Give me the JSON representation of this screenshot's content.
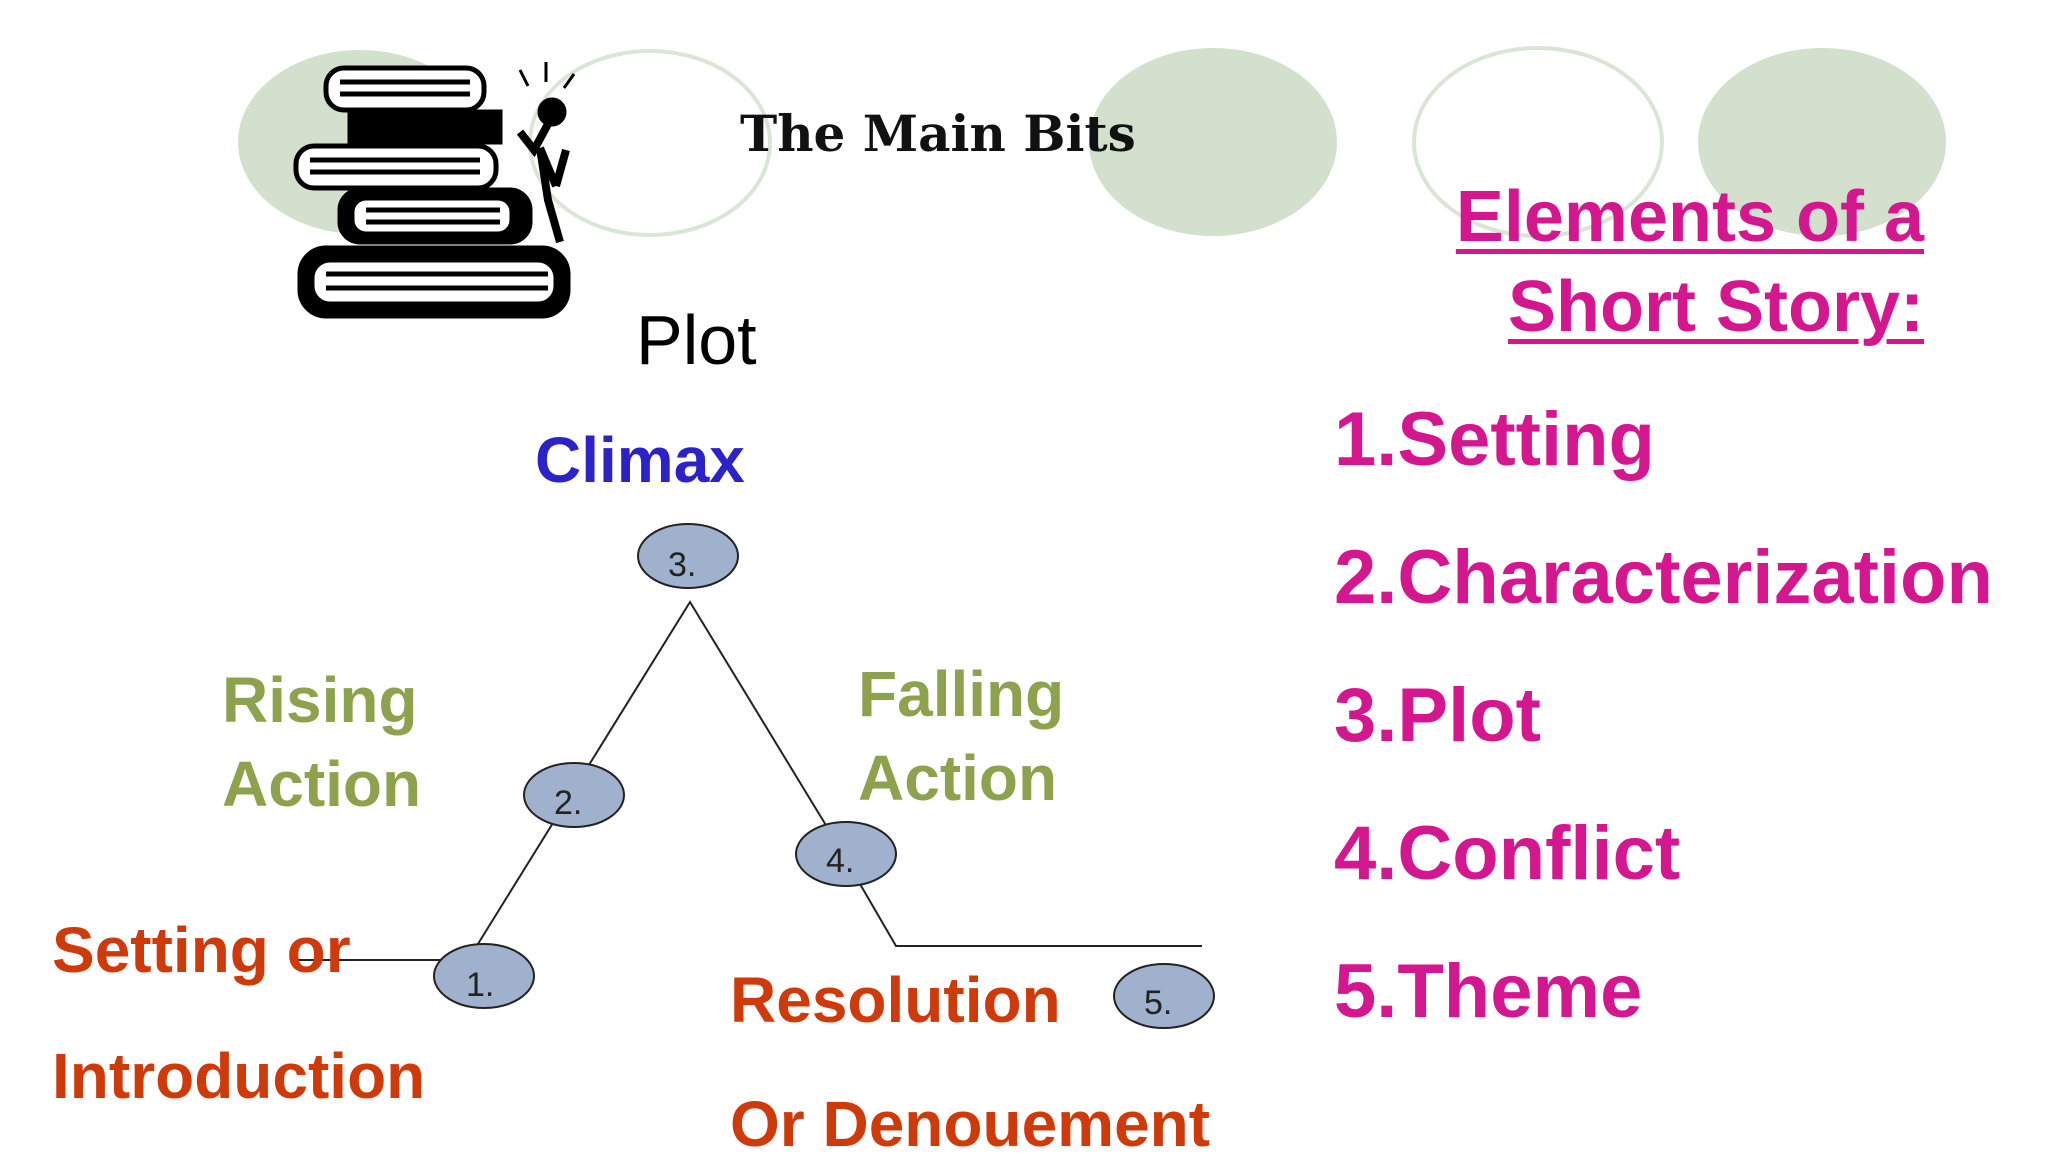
{
  "header": {
    "title": "The Main Bits"
  },
  "diagram": {
    "title": "Plot",
    "stages": [
      {
        "number": "1.",
        "label": "Setting or Introduction",
        "lines": [
          "Setting or",
          "Introduction"
        ]
      },
      {
        "number": "2.",
        "label": "Rising Action",
        "lines": [
          "Rising",
          "Action"
        ]
      },
      {
        "number": "3.",
        "label": "Climax",
        "lines": [
          "Climax"
        ]
      },
      {
        "number": "4.",
        "label": "Falling Action",
        "lines": [
          "Falling",
          "Action"
        ]
      },
      {
        "number": "5.",
        "label": "Resolution Or Denouement",
        "lines": [
          "Resolution",
          "Or Denouement"
        ]
      }
    ]
  },
  "elements": {
    "title_line1": "Elements of a",
    "title_line2": "Short Story:",
    "items": [
      "1.Setting",
      "2.Characterization",
      "3.Plot",
      "4.Conflict",
      "5.Theme"
    ]
  },
  "colors": {
    "climax": "#2b22c8",
    "action": "#8ea24d",
    "setting_resolution": "#cf3a0b",
    "elements": "#d4168f",
    "node_fill": "#9fb1cc",
    "circle_fill": "#d4e0ce"
  },
  "icons": {
    "clipart": "stack-of-books-with-reader-icon"
  }
}
